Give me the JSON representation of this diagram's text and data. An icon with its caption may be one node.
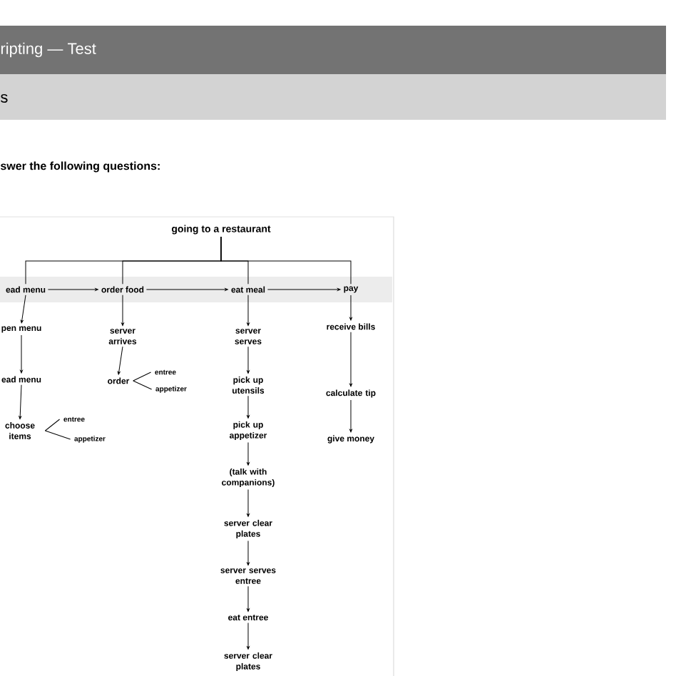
{
  "diagram": {
    "nodes": [
      {
        "text": [
          "going to a restaurant"
        ]
      },
      {
        "text": [
          "ead menu"
        ]
      },
      {
        "text": [
          "order food"
        ]
      },
      {
        "text": [
          "eat meal"
        ]
      },
      {
        "text": [
          "pay"
        ]
      },
      {
        "text": [
          "pen menu"
        ]
      },
      {
        "text": [
          "ead menu"
        ]
      },
      {
        "text": [
          "choose items"
        ]
      },
      {
        "text": [
          "entree"
        ]
      },
      {
        "text": [
          "appetizer"
        ]
      },
      {
        "text": [
          "server arrives"
        ]
      },
      {
        "text": [
          "order"
        ]
      },
      {
        "text": [
          "entree"
        ]
      },
      {
        "text": [
          "appetizer"
        ]
      },
      {
        "text": [
          "server serves"
        ]
      },
      {
        "text": [
          "pick up utensils"
        ]
      },
      {
        "text": [
          "pick up appetizer"
        ]
      },
      {
        "text": [
          "(talk with companions)"
        ]
      },
      {
        "text": [
          "server clear plates"
        ]
      },
      {
        "text": [
          "server serves entree"
        ]
      },
      {
        "text": [
          "eat entree"
        ]
      },
      {
        "text": [
          "server clear plates"
        ]
      },
      {
        "text": [
          "receive bills"
        ]
      },
      {
        "text": [
          "calculate tip"
        ]
      },
      {
        "text": [
          "give money"
        ]
      }
    ],
    "edges": [
      {
        "from": 0,
        "to": 1,
        "arrow": "none"
      },
      {
        "from": 0,
        "to": 2,
        "arrow": "none"
      },
      {
        "from": 0,
        "to": 3,
        "arrow": "none"
      },
      {
        "from": 0,
        "to": 4,
        "arrow": "none"
      },
      {
        "from": 1,
        "to": 2,
        "arrow": "to"
      },
      {
        "from": 2,
        "to": 3,
        "arrow": "to"
      },
      {
        "from": 3,
        "to": 4,
        "arrow": "to"
      },
      {
        "from": 1,
        "to": 5,
        "arrow": "to"
      },
      {
        "from": 5,
        "to": 6,
        "arrow": "to"
      },
      {
        "from": 6,
        "to": 7,
        "arrow": "to"
      },
      {
        "from": 7,
        "to": 8,
        "arrow": "none"
      },
      {
        "from": 7,
        "to": 9,
        "arrow": "none"
      },
      {
        "from": 2,
        "to": 10,
        "arrow": "to"
      },
      {
        "from": 10,
        "to": 11,
        "arrow": "to"
      },
      {
        "from": 11,
        "to": 12,
        "arrow": "none"
      },
      {
        "from": 11,
        "to": 13,
        "arrow": "none"
      },
      {
        "from": 3,
        "to": 14,
        "arrow": "to"
      },
      {
        "from": 14,
        "to": 15,
        "arrow": "to"
      },
      {
        "from": 15,
        "to": 16,
        "arrow": "to"
      },
      {
        "from": 16,
        "to": 17,
        "arrow": "to"
      },
      {
        "from": 17,
        "to": 18,
        "arrow": "to"
      },
      {
        "from": 18,
        "to": 19,
        "arrow": "to"
      },
      {
        "from": 19,
        "to": 20,
        "arrow": "to"
      },
      {
        "from": 20,
        "to": 21,
        "arrow": "to"
      },
      {
        "from": 4,
        "to": 22,
        "arrow": "to"
      },
      {
        "from": 22,
        "to": 23,
        "arrow": "to"
      },
      {
        "from": 23,
        "to": 24,
        "arrow": "to"
      }
    ],
    "labels": [
      "ripting — Test",
      "s",
      "swer the following questions:"
    ]
  }
}
